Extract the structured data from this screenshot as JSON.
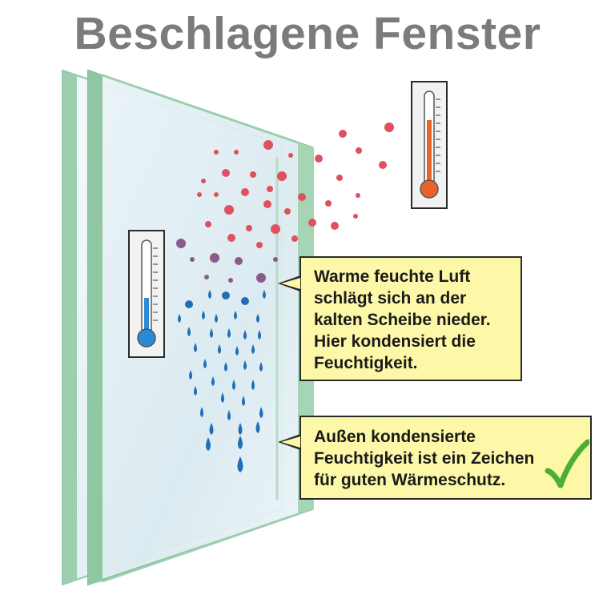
{
  "title": "Beschlagene Fenster",
  "callouts": [
    {
      "text": "Warme feuchte Luft\nschlägt sich an der\nkalten Scheibe nieder.\nHier kondensiert die\nFeuchtigkeit."
    },
    {
      "text": "Außen kondensierte\nFeuchtigkeit ist ein Zeichen\nfür guten Wärmeschutz."
    }
  ],
  "icons": {
    "thermometer_warm": "thermometer-warm-icon",
    "thermometer_cold": "thermometer-cold-icon",
    "checkmark": "checkmark-icon"
  },
  "colors": {
    "title": "#7b7b7b",
    "glass_edge": "#8fc7a2",
    "glass_pane": "#e9f3f7",
    "warm_droplet": "#e0505e",
    "transition_droplet": "#8a5a8a",
    "cold_droplet": "#1f6fb8",
    "thermometer_warm": "#e8632a",
    "thermometer_cold": "#2a8ad6",
    "callout_bg": "#fdf7a8",
    "checkmark": "#4caf34"
  }
}
